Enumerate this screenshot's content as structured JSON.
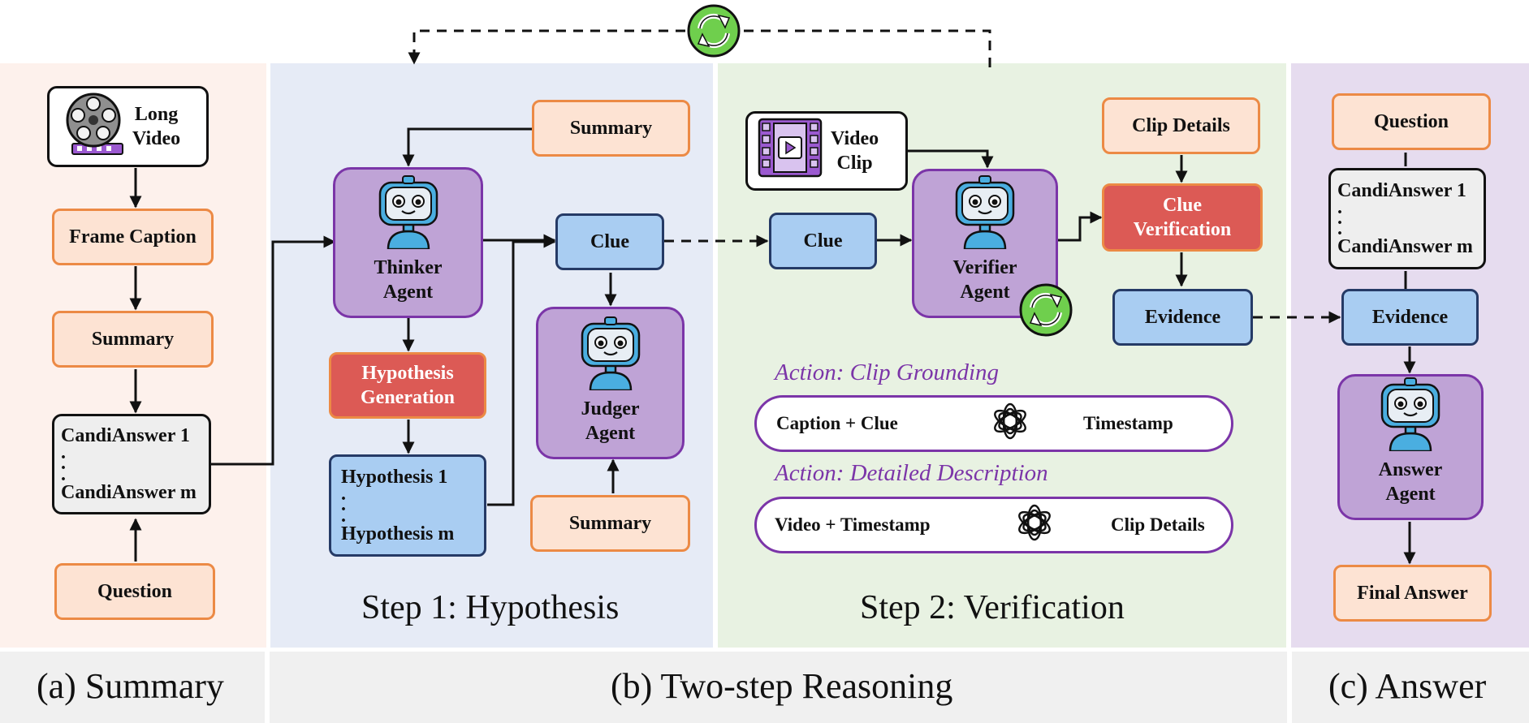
{
  "colors": {
    "summary_panel": "#fdf1ec",
    "reasoning_step1_panel": "#e6ebf6",
    "reasoning_step2_panel": "#e8f2e2",
    "answer_panel": "#e6dcef",
    "caption_band": "#f0f0f0",
    "peach_fill": "#fde3d3",
    "peach_border": "#ec8a45",
    "blue_fill": "#a9cdf2",
    "blue_border": "#253a66",
    "red_fill": "#dc5a55",
    "agent_fill": "#bfa3d6",
    "agent_border": "#7b35a8",
    "loop_icon": "#6fcf4d"
  },
  "summary": {
    "long_video": "Long\nVideo",
    "frame_caption": "Frame Caption",
    "summary_box": "Summary",
    "candi_first": "CandiAnswer 1",
    "candi_last": "CandiAnswer m",
    "question": "Question",
    "caption": "(a) Summary"
  },
  "step1": {
    "summary_top": "Summary",
    "thinker": "Thinker\nAgent",
    "clue": "Clue",
    "hypothesis_generation": "Hypothesis\nGeneration",
    "hyp_first": "Hypothesis 1",
    "hyp_last": "Hypothesis m",
    "judger": "Judger\nAgent",
    "summary_bottom": "Summary",
    "title": "Step 1: Hypothesis"
  },
  "step2": {
    "video_clip": "Video\nClip",
    "clue": "Clue",
    "verifier": "Verifier\nAgent",
    "clip_details": "Clip Details",
    "clue_verification": "Clue\nVerification",
    "evidence": "Evidence",
    "action1_title": "Action: Clip Grounding",
    "action1_in": "Caption  +  Clue",
    "action1_out": "Timestamp",
    "action2_title": "Action: Detailed Description",
    "action2_in": "Video + Timestamp",
    "action2_out": "Clip Details",
    "title": "Step 2: Verification"
  },
  "answer": {
    "question": "Question",
    "candi_first": "CandiAnswer 1",
    "candi_last": "CandiAnswer m",
    "evidence": "Evidence",
    "agent": "Answer\nAgent",
    "final": "Final Answer",
    "caption": "(c) Answer"
  },
  "reasoning_caption": "(b) Two-step Reasoning",
  "icons": [
    "film-reel-icon",
    "video-clip-icon",
    "robot-icon",
    "refresh-loop-icon",
    "openai-logo-icon"
  ]
}
